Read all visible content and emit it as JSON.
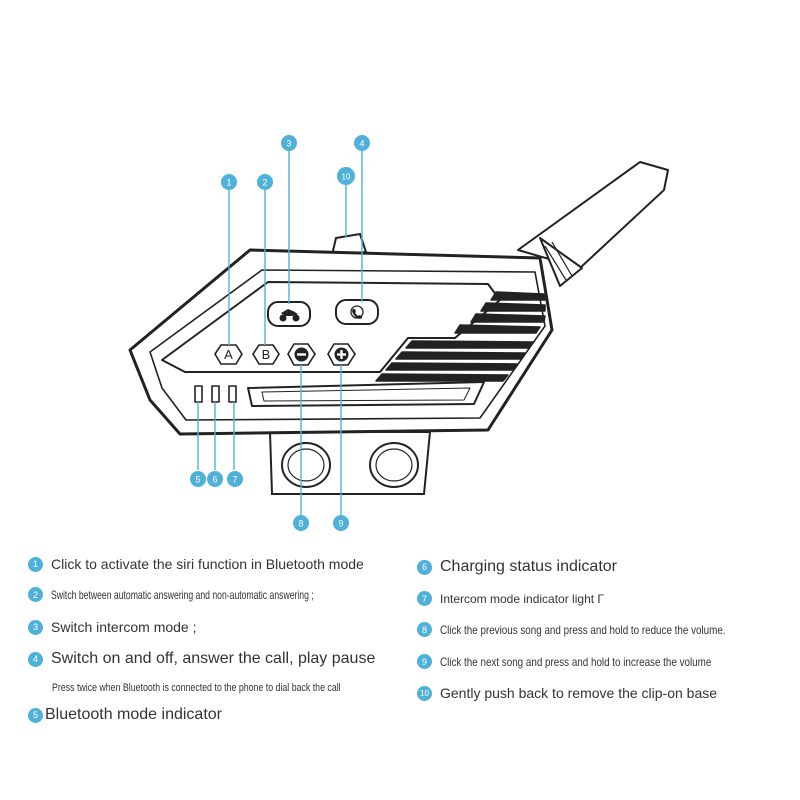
{
  "colors": {
    "accent": "#4fb1d9",
    "outline": "#222222",
    "text": "#333333"
  },
  "device": {
    "buttons": {
      "a": "A",
      "b": "B",
      "minus": "−",
      "plus": "+",
      "motorcycle_icon": "motorcycle-icon",
      "phone_icon": "phone-icon"
    },
    "callouts": [
      "1",
      "2",
      "3",
      "4",
      "5",
      "6",
      "7",
      "8",
      "9",
      "10"
    ]
  },
  "legend": {
    "left": [
      {
        "num": "1",
        "text": "Click to activate the siri function in Bluetooth mode"
      },
      {
        "num": "2",
        "text": "Switch between automatic answering and non-automatic answering ;"
      },
      {
        "num": "3",
        "text": "Switch intercom mode ;"
      },
      {
        "num": "4",
        "text": "Switch on and off, answer the call, play pause"
      },
      {
        "num": "5",
        "text": "Bluetooth mode indicator"
      }
    ],
    "note_4": "Press twice when Bluetooth is connected to the phone to dial back the call",
    "right": [
      {
        "num": "6",
        "text": "Charging status indicator"
      },
      {
        "num": "7",
        "text": "Intercom mode indicator light Г"
      },
      {
        "num": "8",
        "text": "Click the previous song and press and hold to reduce the volume."
      },
      {
        "num": "9",
        "text": "Click the next song and press and hold to increase the volume"
      },
      {
        "num": "10",
        "text": "Gently push back to remove the clip-on base"
      }
    ]
  }
}
